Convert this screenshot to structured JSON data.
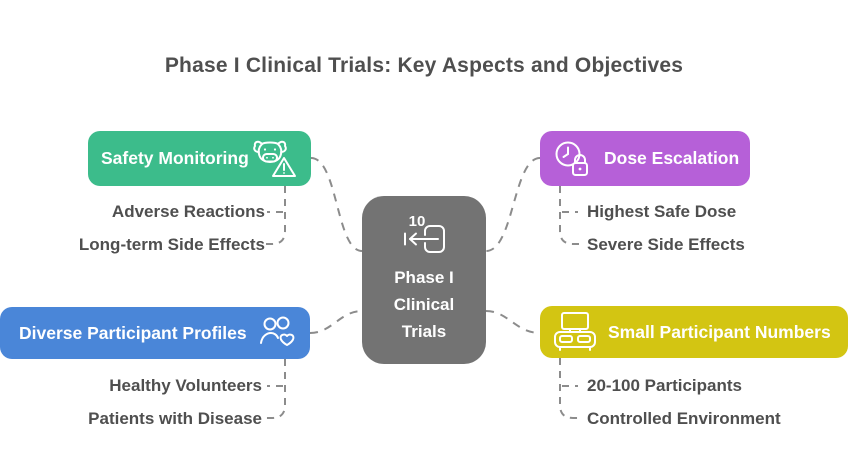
{
  "title": "Phase I Clinical Trials: Key Aspects and Objectives",
  "center": {
    "label": "Phase I Clinical Trials",
    "badge_number": "10",
    "color": "#737373"
  },
  "branches": {
    "safety": {
      "label": "Safety Monitoring",
      "color": "#3cbc8b",
      "icon": "cow-warning-icon",
      "items": [
        "Adverse Reactions",
        "Long-term Side Effects"
      ]
    },
    "dose": {
      "label": "Dose Escalation",
      "color": "#b660d8",
      "icon": "clock-lock-icon",
      "items": [
        "Highest Safe Dose",
        "Severe Side Effects"
      ]
    },
    "participants": {
      "label": "Diverse Participant Profiles",
      "color": "#4a86d8",
      "icon": "people-heart-icon",
      "items": [
        "Healthy Volunteers",
        "Patients with Disease"
      ]
    },
    "numbers": {
      "label": "Small Participant Numbers",
      "color": "#d3c512",
      "icon": "monitor-gamepad-icon",
      "items": [
        "20-100 Participants",
        "Controlled Environment"
      ]
    }
  },
  "colors": {
    "background": "#ffffff",
    "title_text": "#4f4f4f",
    "item_text": "#4f4f4f",
    "node_text": "#ffffff",
    "connector": "#8c8c8c"
  }
}
